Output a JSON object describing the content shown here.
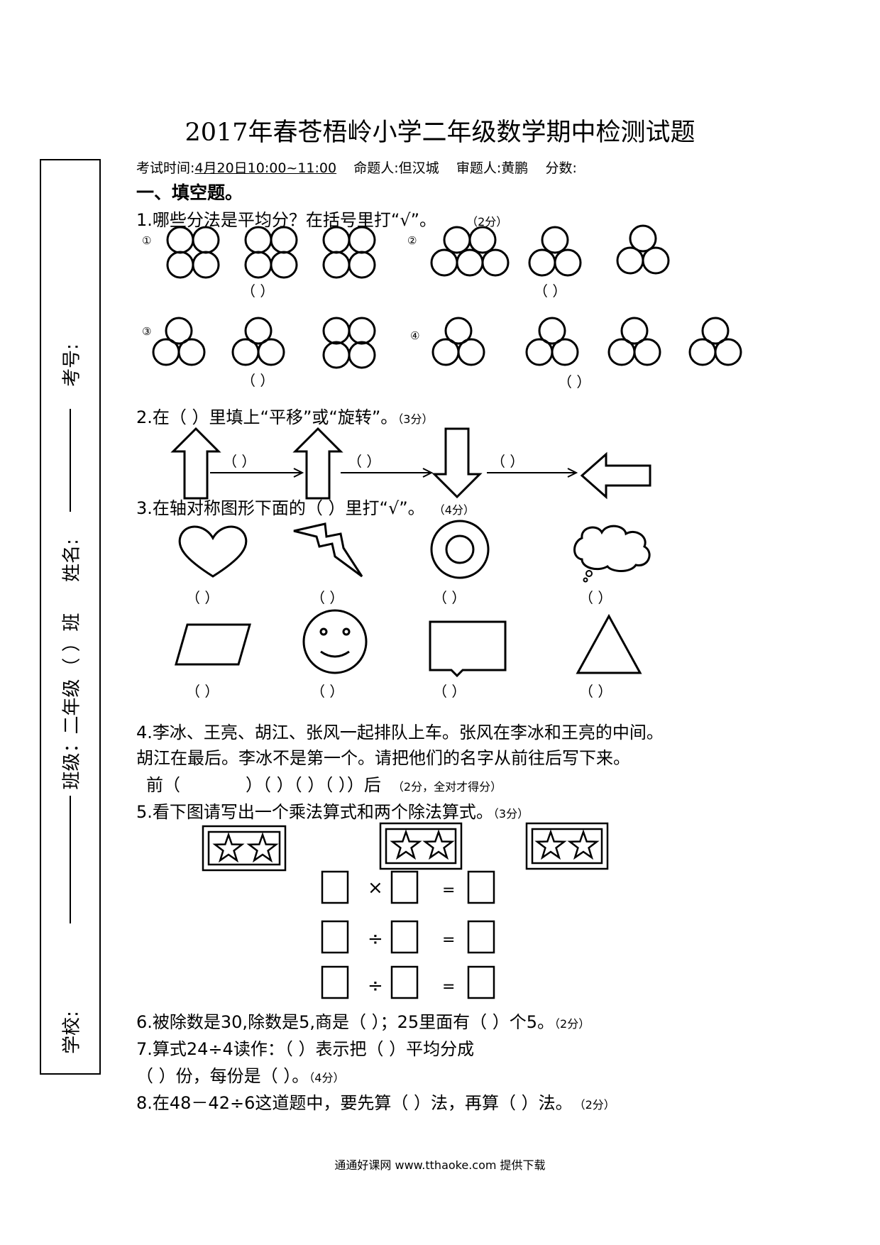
{
  "title": "2017年春苍梧岭小学二年级数学期中检测试题",
  "meta": {
    "time_label": "考试时间:",
    "time_value": "4月20日10:00~11:00",
    "author": "命题人:但汉城",
    "reviewer": "审题人:黄鹏",
    "score": "分数:"
  },
  "side_panel": {
    "kaohao": "考号:",
    "xingming": "姓名:",
    "ban": "班",
    "paren": "（  ）",
    "banji": "班级：二年级",
    "xuexiao": "学校:"
  },
  "section1": "一、填空题。",
  "q1": {
    "text": "1.哪些分法是平均分？在括号里打“√”。",
    "points": "（2分）",
    "labels": [
      "①",
      "②",
      "③",
      "④"
    ],
    "blank": "（    ）"
  },
  "q2": {
    "text": "2.在（    ）里填上“平移”或“旋转”。",
    "points": "（3分）",
    "blank": "（     ）"
  },
  "q3": {
    "text": "3.在轴对称图形下面的（  ）里打“√”。",
    "points": "（4分）",
    "blank": "（    ）"
  },
  "q4": {
    "line1": "4.李冰、王亮、胡江、张风一起排队上车。张风在李冰和王亮的中间。",
    "line2": "胡江在最后。李冰不是第一个。请把他们的名字从前往后写下来。",
    "front": "前（",
    "blanks": "）（        ）（        ）（        ）",
    "back": "）后",
    "points": "（2分，全对才得分）"
  },
  "q5": {
    "text": "5.看下图请写出一个乘法算式和两个除法算式。",
    "points": "（3分）",
    "ops": [
      "×",
      "÷",
      "÷"
    ],
    "eq": "="
  },
  "q6": {
    "text": "6.被除数是30,除数是5,商是（    ）；25里面有（    ）个5。",
    "points": "（2分）"
  },
  "q7": {
    "line1": "7.算式24÷4读作：（                    ）表示把（    ）平均分成",
    "line2": "（    ）份，每份是（    ）。",
    "points": "（4分）"
  },
  "q8": {
    "text": "8.在48－42÷6这道题中，要先算（    ）法，再算（    ）法。",
    "points": "（2分）"
  },
  "footer": "通通好课网 www.tthaoke.com 提供下载"
}
